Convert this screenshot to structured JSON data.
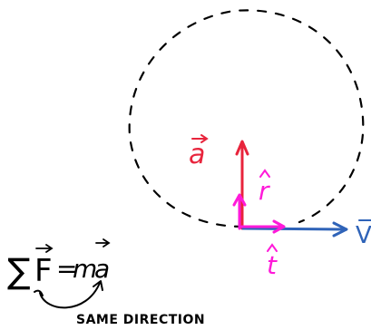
{
  "labels": {
    "acceleration": "a",
    "radial_unit": "r",
    "tangential_unit": "t",
    "velocity": "V",
    "equation_sum": "∑",
    "equation_force": "F",
    "equation_equals": "=",
    "equation_m": "m",
    "equation_a": "a",
    "annotation": "SAME DIRECTION"
  },
  "colors": {
    "acceleration": "#e8243c",
    "unit_vectors": "#ff1ad9",
    "velocity": "#2f63b8",
    "ink": "#000000"
  }
}
